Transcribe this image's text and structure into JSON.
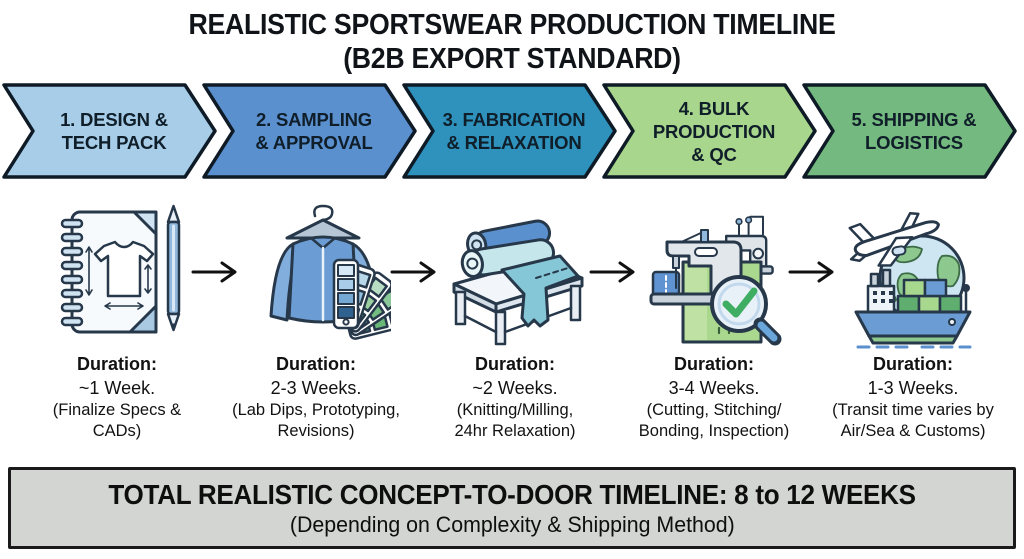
{
  "title": {
    "line1": "REALISTIC SPORTSWEAR PRODUCTION TIMELINE",
    "line2": "(B2B EXPORT STANDARD)"
  },
  "stages": [
    {
      "label_lines": [
        "1. DESIGN &",
        "TECH PACK"
      ],
      "color": "#a7cde9",
      "icon": "tech-pack-icon",
      "duration_label": "Duration:",
      "duration": "~1 Week.",
      "note_lines": [
        "(Finalize Specs &",
        "CADs)"
      ]
    },
    {
      "label_lines": [
        "2. SAMPLING",
        "& APPROVAL"
      ],
      "color": "#5b90cf",
      "icon": "jacket-swatches-icon",
      "duration_label": "Duration:",
      "duration": "2-3 Weeks.",
      "note_lines": [
        "(Lab Dips, Prototyping,",
        "Revisions)"
      ]
    },
    {
      "label_lines": [
        "3. FABRICATION",
        "& RELAXATION"
      ],
      "color": "#2e92bc",
      "icon": "fabric-rolls-icon",
      "duration_label": "Duration:",
      "duration": "~2 Weeks.",
      "note_lines": [
        "(Knitting/Milling,",
        "24hr Relaxation)"
      ]
    },
    {
      "label_lines": [
        "4. BULK",
        "PRODUCTION",
        "& QC"
      ],
      "color": "#a8d68c",
      "icon": "sewing-qc-icon",
      "duration_label": "Duration:",
      "duration": "3-4 Weeks.",
      "note_lines": [
        "(Cutting, Stitching/",
        "Bonding, Inspection)"
      ]
    },
    {
      "label_lines": [
        "5. SHIPPING &",
        "LOGISTICS"
      ],
      "color": "#74b97f",
      "icon": "ship-plane-globe-icon",
      "duration_label": "Duration:",
      "duration": "1-3 Weeks.",
      "note_lines": [
        "(Transit time varies by",
        "Air/Sea & Customs)"
      ]
    }
  ],
  "footer": {
    "line1": "TOTAL REALISTIC CONCEPT-TO-DOOR TIMELINE: 8 to 12 WEEKS",
    "line2": "(Depending on Complexity & Shipping Method)"
  },
  "colors": {
    "chevron_outline": "#0e1b26",
    "icon_outline": "#26384a",
    "arrow": "#111111",
    "banner_bg": "#d3d5d2",
    "banner_border": "#1a1a1a"
  }
}
